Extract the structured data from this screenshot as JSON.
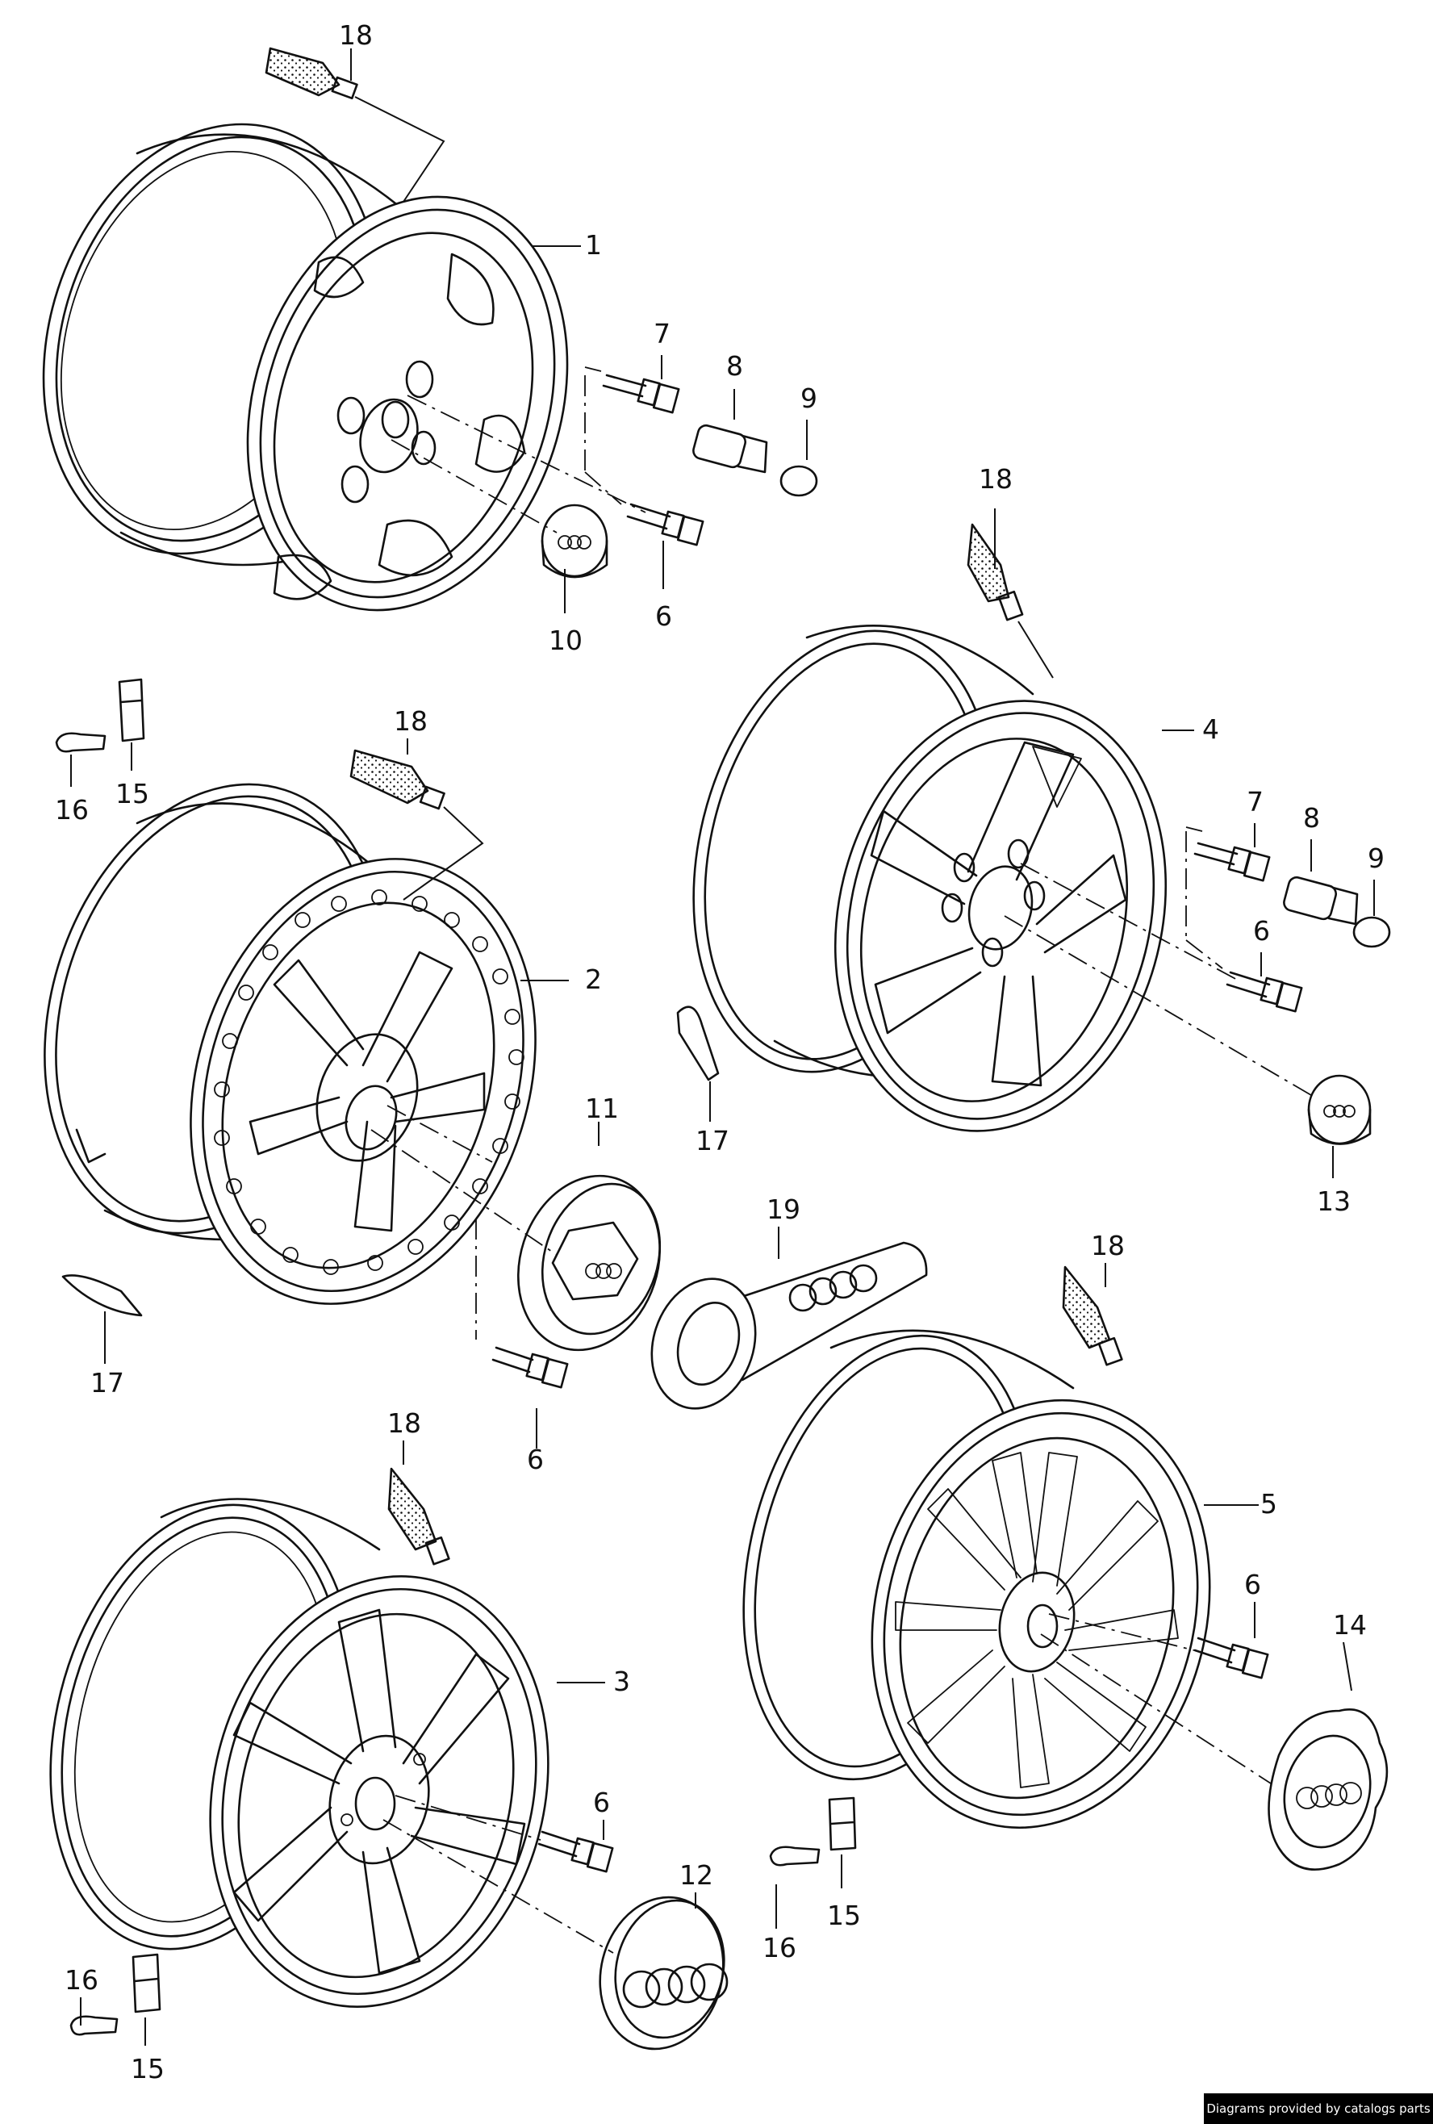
{
  "diagram": {
    "callouts": [
      "1",
      "2",
      "3",
      "4",
      "5",
      "6",
      "7",
      "8",
      "9",
      "10",
      "11",
      "12",
      "13",
      "14",
      "15",
      "16",
      "17",
      "18",
      "19"
    ]
  },
  "credit": "Diagrams provided by catalogs parts"
}
